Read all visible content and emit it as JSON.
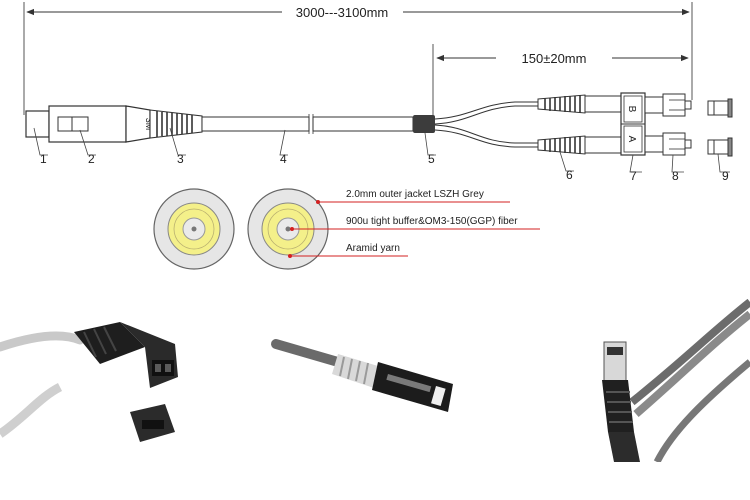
{
  "dimensions": {
    "total_length": "3000---3100mm",
    "breakout_length": "150±20mm"
  },
  "callouts": [
    "1",
    "2",
    "3",
    "4",
    "5",
    "6",
    "7",
    "8",
    "9"
  ],
  "connector": {
    "brand_mark": "3M",
    "leg_top_letter": "B",
    "leg_bottom_letter": "A"
  },
  "cross_section": {
    "labels": [
      "2.0mm outer jacket LSZH Grey",
      "900u tight buffer&OM3-150(GGP) fiber",
      "Aramid yarn"
    ],
    "colors": {
      "jacket": "#e6e6e6",
      "buffer": "#f4f08a",
      "fiber": "#eaeaea",
      "leader_line": "#d32020"
    }
  },
  "photos": [
    {
      "subject": "mtrj-connector-with-dust-cap"
    },
    {
      "subject": "cable-connector-side-view"
    },
    {
      "subject": "sc-connector-duplex-cable"
    }
  ]
}
